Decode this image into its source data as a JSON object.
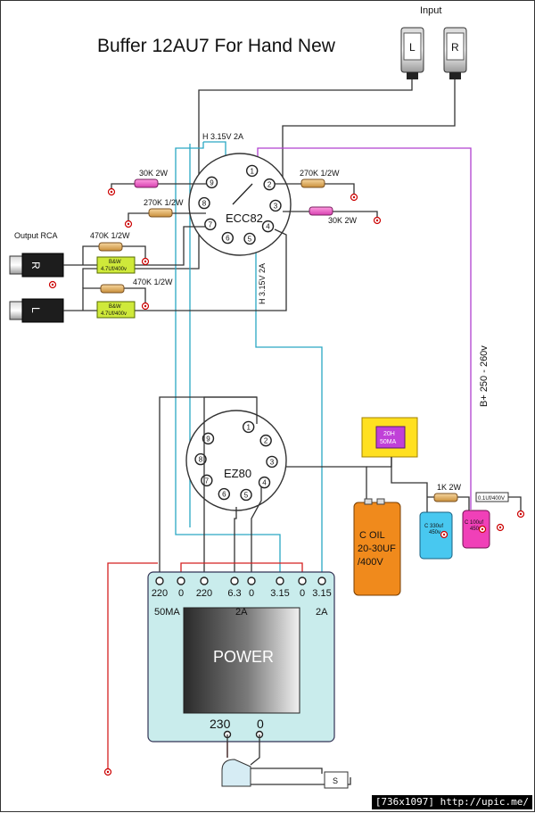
{
  "title": "Buffer 12AU7 For Hand New",
  "input": {
    "label": "Input",
    "left": "L",
    "right": "R"
  },
  "output": {
    "label": "Output RCA",
    "right": "R",
    "left": "L"
  },
  "tube1": {
    "name": "ECC82",
    "pins": [
      "1",
      "2",
      "3",
      "4",
      "5",
      "6",
      "7",
      "8",
      "9"
    ]
  },
  "tube2": {
    "name": "EZ80",
    "pins": [
      "1",
      "2",
      "3",
      "4",
      "5",
      "6",
      "7",
      "8",
      "9"
    ]
  },
  "resistors": {
    "r30k_top": "30K 2W",
    "r270k_left": "270K 1/2W",
    "r270k_right": "270K 1/2W",
    "r30k_right": "30K 2W",
    "r470k_r": "470K 1/2W",
    "r470k_l": "470K 1/2W",
    "r1k": "1K 2W"
  },
  "caps": {
    "bw_line1": "B&W",
    "bw_line2": "4.7Uf/400v",
    "c330_line1": "C 330uf",
    "c330_line2": "450v",
    "c100_line1": "C 100uf",
    "c100_line2": "450v",
    "c01": "0.1Uf/400V",
    "coil_line1": "C OIL",
    "coil_line2": "20-30UF",
    "coil_line3": "/400V"
  },
  "choke": {
    "line1": "20H",
    "line2": "50MA"
  },
  "labels": {
    "heater_top": "H 3.15V 2A",
    "heater_side": "H 3.15V 2A",
    "bplus": "B+ 250 - 260v"
  },
  "transformer": {
    "title": "POWER",
    "pins": [
      "220",
      "0",
      "220",
      "6.3",
      "0",
      "3.15",
      "0",
      "3.15"
    ],
    "sub_50ma": "50MA",
    "sub_2a_mid": "2A",
    "sub_2a_right": "2A",
    "primary_230": "230",
    "primary_0": "0"
  },
  "switch": {
    "label": "S"
  },
  "footer": "[736x1097] http://upic.me/"
}
